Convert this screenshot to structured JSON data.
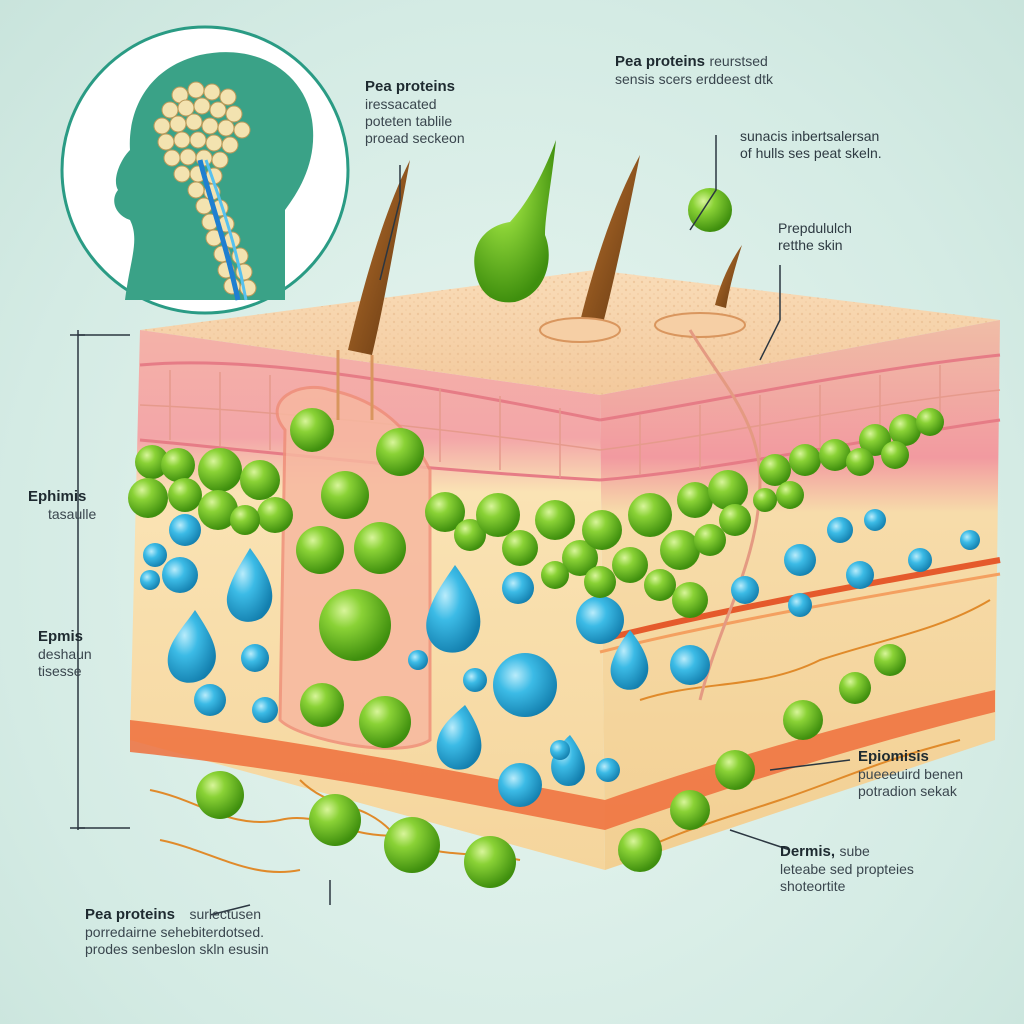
{
  "labels": {
    "pea_top": {
      "head": "Pea proteins",
      "l1": "iressacated",
      "l2": "poteten tablile",
      "l3": "proead seckeon"
    },
    "top_right": {
      "head": "Pea proteins",
      "tail": "reurstsed",
      "l2": "sensis scers erddeest dtk"
    },
    "right1": {
      "l1": "sunacis inbertsalersan",
      "l2": "of hulls ses peat skeln."
    },
    "right2": {
      "l1": "Prepdululch",
      "l2": "retthe skin"
    },
    "left1": {
      "head": "Ephimis",
      "sub": "tasaulle"
    },
    "left2": {
      "head": "Epmis",
      "l2": "deshaun",
      "l3": "tisesse"
    },
    "right3": {
      "head": "Epiomisis",
      "l2": "pueeeuird benen",
      "l3": "potradion sekak"
    },
    "right4": {
      "head": "Dermis,",
      "tail": "sube",
      "l2": "leteabe sed propteies",
      "l3": "shoteortite"
    },
    "bottom": {
      "head": "Pea proteins",
      "tail": "surlectusen",
      "l2": "porredairne sehebiterdotsed.",
      "l3": "prodes senbeslon skln esusin"
    }
  },
  "colors": {
    "pea_green": "#6cc21f",
    "water_blue": "#2ab0dd",
    "epidermis_pink": "#f2a4a4",
    "dermis_yellow": "#f8dca0",
    "background": "#dcefe9"
  }
}
